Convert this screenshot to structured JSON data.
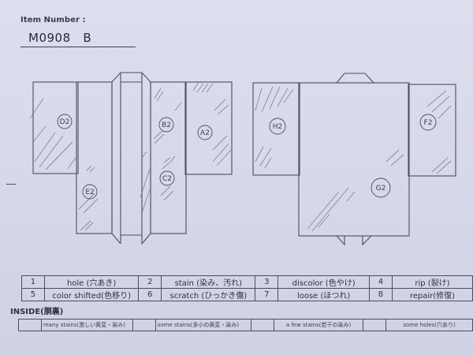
{
  "header": {
    "item_label": "Item Number :",
    "item_number": "M0908   B"
  },
  "front_view": {
    "labels": [
      {
        "id": "D2",
        "text": "D2"
      },
      {
        "id": "E2",
        "text": "E2"
      },
      {
        "id": "B2",
        "text": "B2"
      },
      {
        "id": "C2",
        "text": "C2"
      },
      {
        "id": "A2",
        "text": "A2"
      }
    ]
  },
  "back_view": {
    "labels": [
      {
        "id": "H2",
        "text": "H2"
      },
      {
        "id": "F2",
        "text": "F2"
      },
      {
        "id": "G2",
        "text": "G2"
      }
    ]
  },
  "legend": {
    "rows": [
      [
        {
          "num": "1",
          "label": "hole (穴あき)"
        },
        {
          "num": "2",
          "label": "stain (染み、汚れ)"
        },
        {
          "num": "3",
          "label": "discolor (色やけ)"
        },
        {
          "num": "4",
          "label": "rip (裂け)"
        }
      ],
      [
        {
          "num": "5",
          "label": "color shifted(色移り)"
        },
        {
          "num": "6",
          "label": "scratch (ひっかき傷)"
        },
        {
          "num": "7",
          "label": "loose (ほつれ)"
        },
        {
          "num": "8",
          "label": "repair(修復)"
        }
      ]
    ]
  },
  "inside": {
    "title": "INSIDE(胴裏)",
    "options": [
      {
        "label": "many stains(激しい黄変・染み)"
      },
      {
        "label": "some stains(多小の黄変・染み)"
      },
      {
        "label": "a few stains(若干の染み)"
      },
      {
        "label": "some holes(穴あり)"
      }
    ]
  },
  "colors": {
    "paper": "#d8dbec",
    "ink": "#4a4e62",
    "pencil": "#6a6e80"
  }
}
